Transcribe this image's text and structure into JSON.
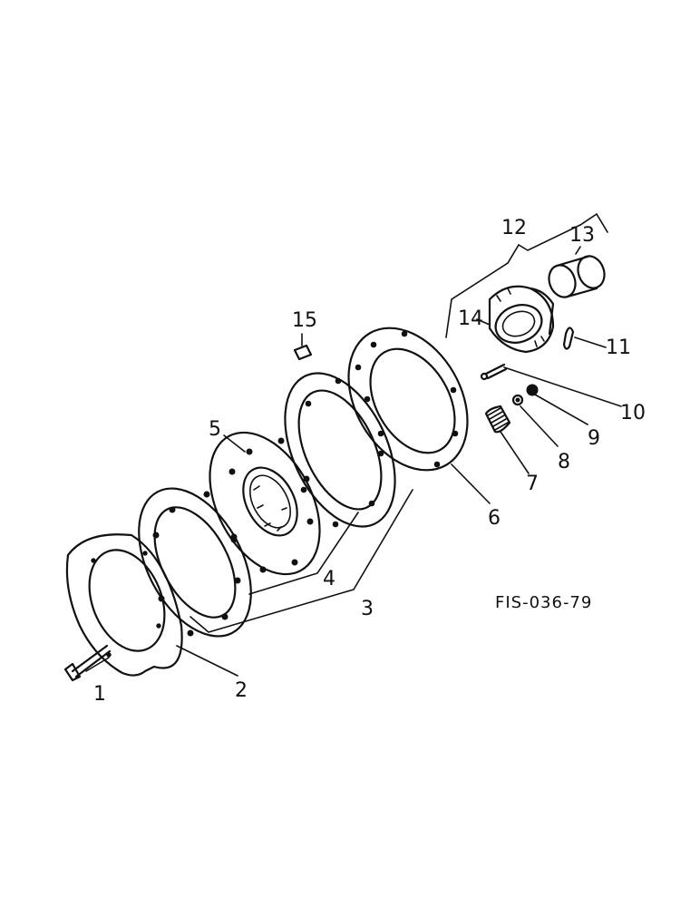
{
  "figure_code": "FIS-036-79",
  "callouts": [
    {
      "id": "1",
      "label": "1"
    },
    {
      "id": "2",
      "label": "2"
    },
    {
      "id": "3",
      "label": "3"
    },
    {
      "id": "4",
      "label": "4"
    },
    {
      "id": "5",
      "label": "5"
    },
    {
      "id": "6",
      "label": "6"
    },
    {
      "id": "7",
      "label": "7"
    },
    {
      "id": "8",
      "label": "8"
    },
    {
      "id": "9",
      "label": "9"
    },
    {
      "id": "10",
      "label": "10"
    },
    {
      "id": "11",
      "label": "11"
    },
    {
      "id": "12",
      "label": "12"
    },
    {
      "id": "13",
      "label": "13"
    },
    {
      "id": "14",
      "label": "14"
    },
    {
      "id": "15",
      "label": "15"
    }
  ],
  "colors": {
    "ink": "#111111",
    "background": "#ffffff"
  }
}
